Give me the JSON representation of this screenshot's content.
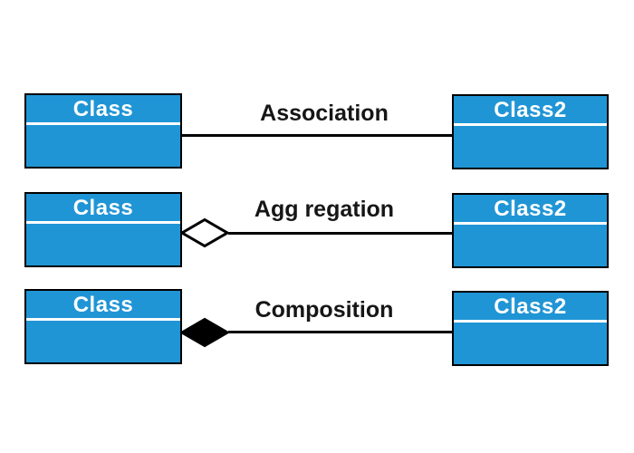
{
  "diagram": {
    "title_hint": "UML class relationship types",
    "rows": [
      {
        "relationship": "Association",
        "connector": "plain-line",
        "left_class": "Class",
        "right_class": "Class2"
      },
      {
        "relationship": "Agg regation",
        "connector": "hollow-diamond-line",
        "left_class": "Class",
        "right_class": "Class2"
      },
      {
        "relationship": "Composition",
        "connector": "filled-diamond-line",
        "left_class": "Class",
        "right_class": "Class2"
      }
    ]
  },
  "colors": {
    "background": "#ffffff",
    "class_fill": "#2095d5",
    "class_border": "#000000",
    "class_title_text": "#ffffff",
    "separator": "#ffffff",
    "connector_line": "#000000",
    "label_text": "#161616",
    "aggregation_diamond_fill": "#ffffff",
    "composition_diamond_fill": "#000000"
  }
}
